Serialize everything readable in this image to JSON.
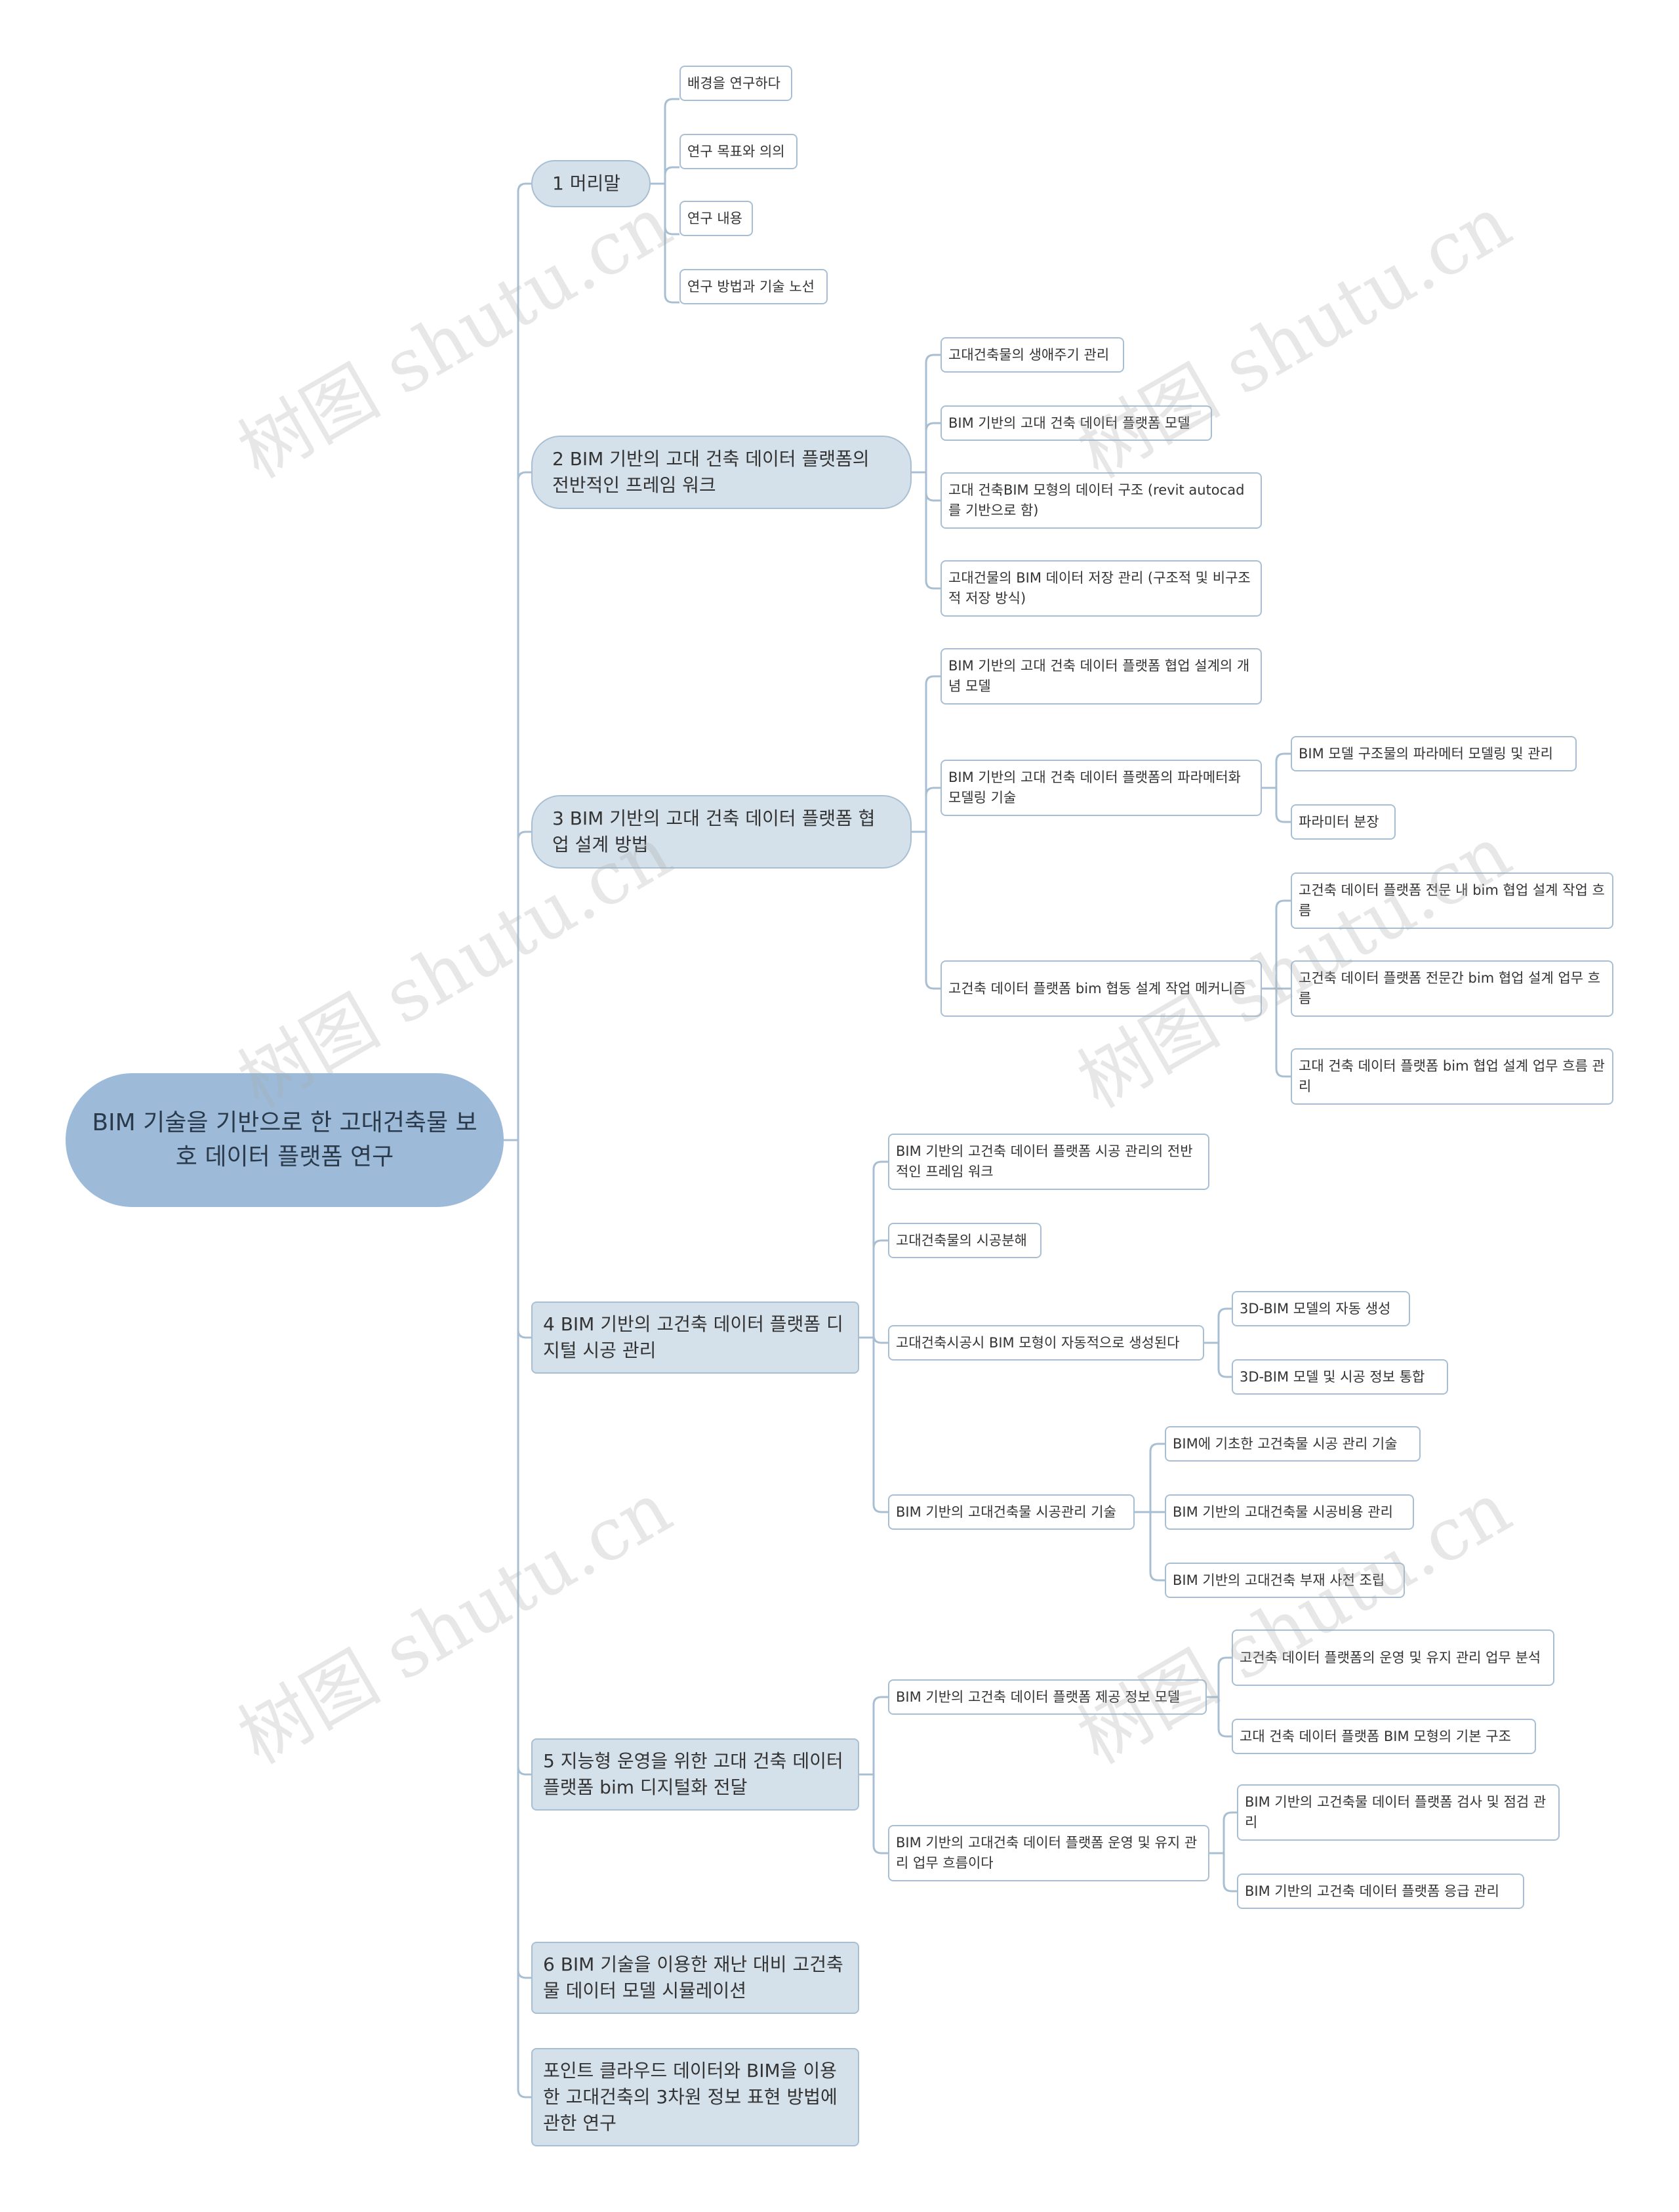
{
  "root": "BIM 기술을 기반으로 한 고대건축물 보호 데이터 플랫폼 연구",
  "sections": {
    "s1": {
      "label": "1  머리말",
      "children": [
        "배경을 연구하다",
        "연구 목표와 의의",
        "연구 내용",
        "연구 방법과 기술 노선"
      ]
    },
    "s2": {
      "label": "2  BIM 기반의 고대 건축 데이터 플랫폼의 전반적인 프레임 워크",
      "children": [
        "고대건축물의 생애주기 관리",
        "BIM 기반의 고대 건축 데이터 플랫폼 모델",
        "고대 건축BIM 모형의 데이터 구조 (revit autocad를 기반으로 함)",
        "고대건물의 BIM 데이터 저장 관리 (구조적 및 비구조적 저장 방식)"
      ]
    },
    "s3": {
      "label": "3  BIM 기반의 고대 건축 데이터 플랫폼 협업 설계 방법",
      "children": [
        "BIM 기반의 고대 건축 데이터 플랫폼 협업 설계의 개념 모델",
        "BIM 기반의 고대 건축 데이터 플랫폼의 파라메터화 모델링 기술",
        "고건축 데이터 플랫폼 bim 협동 설계 작업 메커니즘"
      ],
      "param_children": [
        "BIM 모델 구조물의 파라메터 모델링 및 관리",
        "파라미터 분장"
      ],
      "mech_children": [
        "고건축 데이터 플랫폼 전문 내 bim 협업 설계 작업 흐름",
        "고건축 데이터 플랫폼 전문간 bim 협업 설계 업무 흐름",
        "고대 건축 데이터 플랫폼 bim 협업 설계 업무 흐름 관리"
      ]
    },
    "s4": {
      "label": "4  BIM 기반의 고건축 데이터 플랫폼 디지털 시공 관리",
      "children": [
        "BIM 기반의 고건축 데이터 플랫폼 시공 관리의 전반적인 프레임 워크",
        "고대건축물의 시공분해",
        "고대건축시공시 BIM 모형이 자동적으로 생성된다",
        "BIM 기반의 고대건축물 시공관리 기술"
      ],
      "auto_children": [
        "3D-BIM 모델의 자동 생성",
        "3D-BIM 모델 및 시공 정보 통합"
      ],
      "tech_children": [
        "BIM에 기초한 고건축물 시공 관리 기술",
        "BIM 기반의 고대건축물 시공비용 관리",
        "BIM 기반의 고대건축 부재 사전 조립"
      ]
    },
    "s5": {
      "label": "5  지능형 운영을 위한 고대 건축 데이터 플랫폼 bim 디지털화 전달",
      "children": [
        "BIM 기반의 고건축 데이터 플랫폼 제공 정보 모델",
        "BIM 기반의 고대건축 데이터 플랫폼 운영 및 유지 관리 업무 흐름이다"
      ],
      "info_children": [
        "고건축 데이터 플랫폼의 운영 및 유지 관리 업무 분석",
        "고대 건축 데이터 플랫폼 BIM 모형의 기본 구조"
      ],
      "ops_children": [
        "BIM 기반의 고건축물 데이터 플랫폼 검사 및 점검 관리",
        "BIM 기반의 고건축 데이터 플랫폼 응급 관리"
      ]
    },
    "s6": {
      "label": "6  BIM 기술을 이용한 재난 대비 고건축물 데이터 모델 시뮬레이션"
    },
    "s7": {
      "label": "포인트 클라우드 데이터와 BIM을 이용한 고대건축의 3차원 정보 표현 방법에 관한 연구"
    }
  },
  "watermark": "树图 shutu.cn",
  "colors": {
    "root_fill": "#9dbbd9",
    "branch_fill": "#d5e1ea",
    "border": "#a8bfd3",
    "line": "#a8bfd3"
  }
}
